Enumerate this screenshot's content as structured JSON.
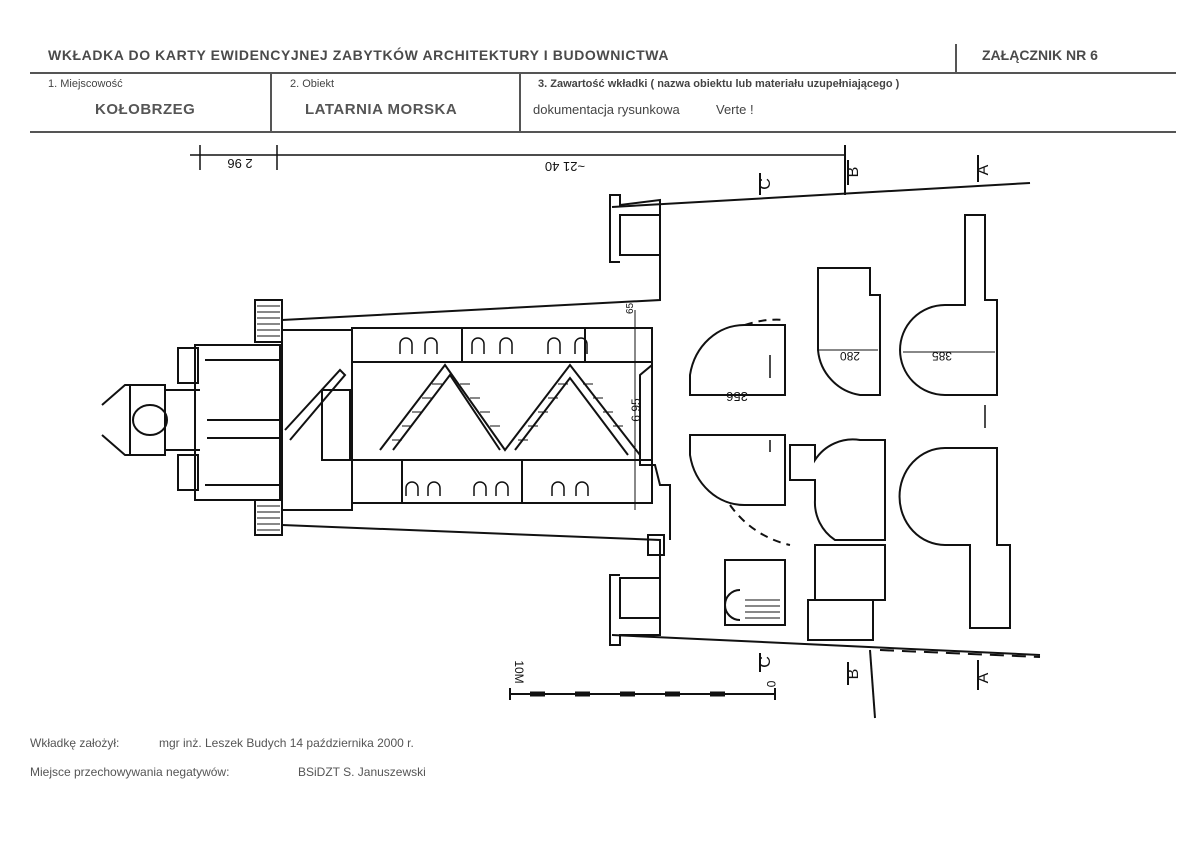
{
  "header": {
    "title": "WKŁADKA DO KARTY EWIDENCYJNEJ ZABYTKÓW ARCHITEKTURY I BUDOWNICTWA",
    "attachment": "ZAŁĄCZNIK NR 6"
  },
  "fields": {
    "locality_label": "1. Miejscowość",
    "locality_value": "KOŁOBRZEG",
    "object_label": "2. Obiekt",
    "object_value": "LATARNIA MORSKA",
    "content_label": "3. Zawartość wkładki ( nazwa obiektu lub materiału uzupełniającego )",
    "content_value": "dokumentacja rysunkowa",
    "content_note": "Verte !"
  },
  "drawing": {
    "dim_top_small": "2 96",
    "dim_top_large": "~21 40",
    "dim_upper_side": "65",
    "dim_height": "6 95",
    "dim_section_1": "356",
    "dim_section_2": "280",
    "dim_section_3": "385",
    "section_A": "A",
    "section_B": "B",
    "section_C": "C",
    "scale_label": "10M",
    "scale_zero": "0"
  },
  "footer": {
    "created_label": "Wkładkę założył:",
    "created_value": "mgr inż. Leszek Budych  14 października 2000 r.",
    "storage_label": "Miejsce przechowywania negatywów:",
    "storage_value": "BSiDZT S. Januszewski"
  }
}
